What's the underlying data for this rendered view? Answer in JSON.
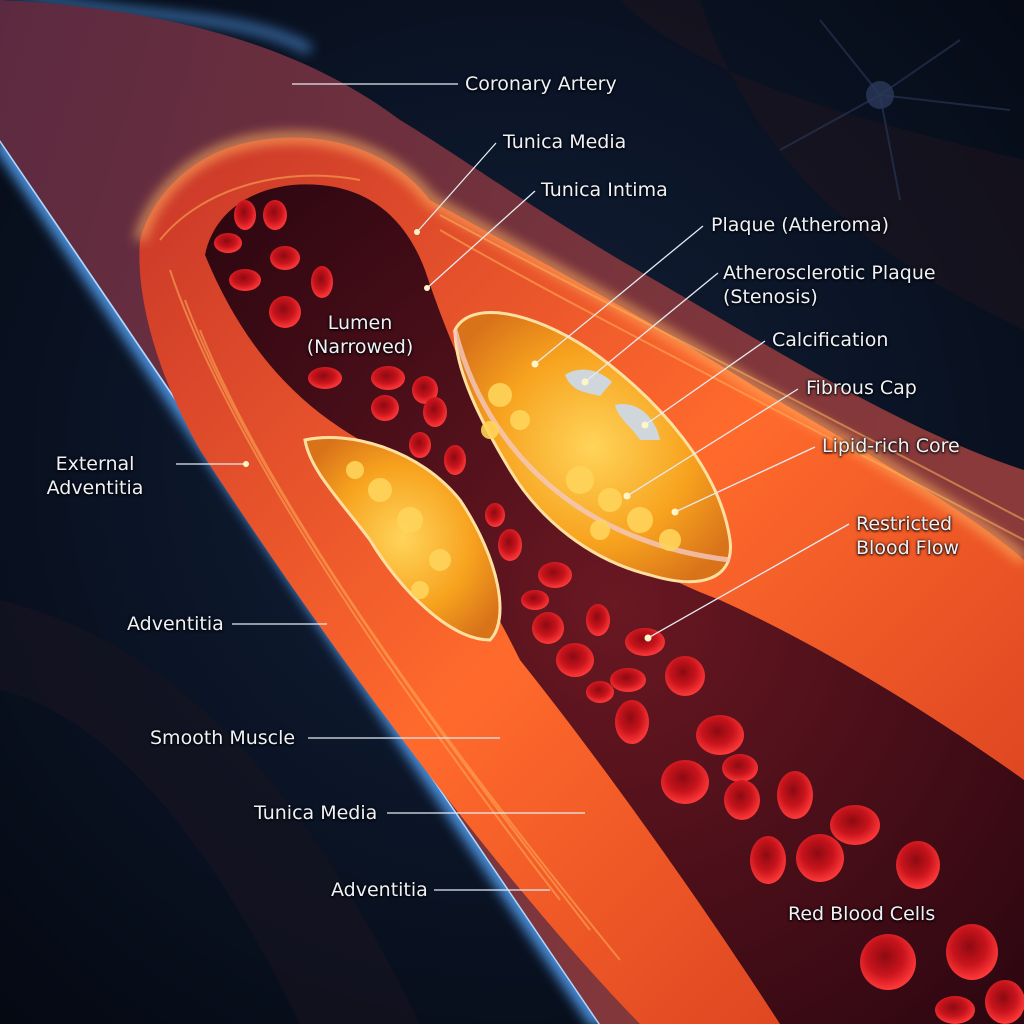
{
  "colors": {
    "background": "#060d1a",
    "artery_wall": "#e8452a",
    "glow": "#ff8a2a",
    "lumen": "#4a0a12",
    "plaque": "#f7a21e",
    "calcification": "#cfd6dc",
    "blood_cell": "#d4141e",
    "outer_glow": "#59a8ff"
  },
  "labels": {
    "coronary_artery": "Coronary Artery",
    "tunica_media_top": "Tunica Media",
    "tunica_intima": "Tunica Intima",
    "plaque_atheroma": "Plaque (Atheroma)",
    "atherosclerotic_plaque_1": "Atherosclerotic Plaque",
    "atherosclerotic_plaque_2": "(Stenosis)",
    "calcification": "Calcification",
    "fibrous_cap": "Fibrous Cap",
    "lipid_rich_core": "Lipid-rich Core",
    "restricted_blood_flow_1": "Restricted",
    "restricted_blood_flow_2": "Blood Flow",
    "lumen_1": "Lumen",
    "lumen_2": "(Narrowed)",
    "external_adventitia_1": "External",
    "external_adventitia_2": "Adventitia",
    "adventitia_mid": "Adventitia",
    "smooth_muscle": "Smooth Muscle",
    "tunica_media_bottom": "Tunica Media",
    "adventitia_bottom": "Adventitia",
    "red_blood_cells": "Red Blood Cells"
  }
}
